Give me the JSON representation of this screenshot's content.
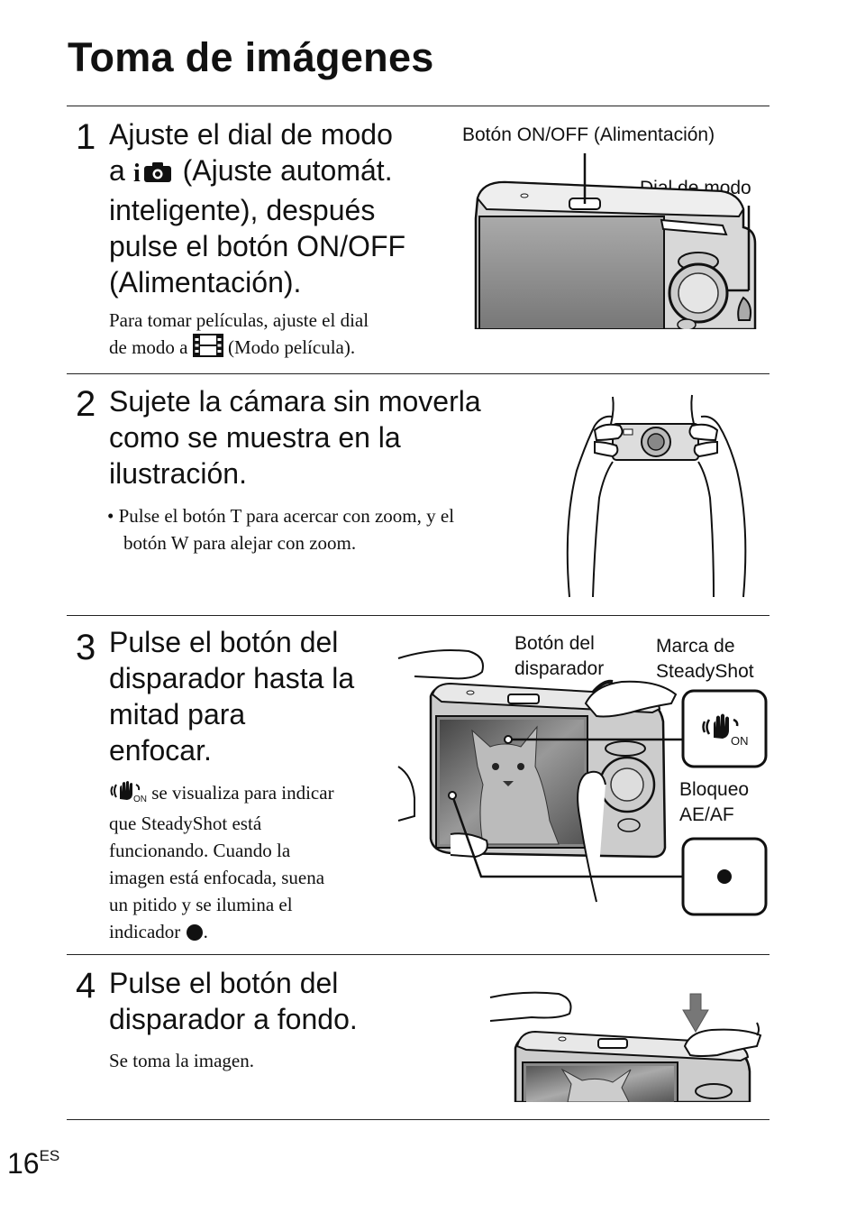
{
  "page": {
    "title": "Toma de imágenes",
    "page_number": "16",
    "page_suffix": "ES"
  },
  "step1": {
    "number": "1",
    "line1": "Ajuste el dial de modo",
    "line2_pre": "a ",
    "line2_post": " (Ajuste automát.",
    "line3": "inteligente), después",
    "line4": "pulse el botón ON/OFF",
    "line5": "(Alimentación).",
    "note_line1": "Para tomar películas, ajuste el dial",
    "note_line2_pre": "de modo a ",
    "note_line2_post": " (Modo película).",
    "label_power": "Botón ON/OFF (Alimentación)",
    "label_dial": "Dial de modo"
  },
  "step2": {
    "number": "2",
    "line1": "Sujete la cámara sin moverla",
    "line2": "como se muestra en la",
    "line3": "ilustración.",
    "bullet": "•",
    "bullet_line1": "Pulse el botón T para acercar con zoom, y el",
    "bullet_line2": "botón W para alejar con zoom."
  },
  "step3": {
    "number": "3",
    "line1": "Pulse el botón del",
    "line2": "disparador hasta la",
    "line3": "mitad para",
    "line4": "enfocar.",
    "note_line1_post": " se visualiza para indicar",
    "note_line2": "que SteadyShot está",
    "note_line3": "funcionando. Cuando la",
    "note_line4": "imagen está enfocada, suena",
    "note_line5": "un pitido y se ilumina el",
    "note_line6_pre": "indicador ",
    "note_line6_post": ".",
    "label_shutter_1": "Botón del",
    "label_shutter_2": "disparador",
    "label_steady_1": "Marca de",
    "label_steady_2": "SteadyShot",
    "label_lock_1": "Bloqueo",
    "label_lock_2": "AE/AF",
    "on_text": "ON"
  },
  "step4": {
    "number": "4",
    "line1": "Pulse el botón del",
    "line2": "disparador a fondo.",
    "note": "Se toma la imagen."
  }
}
